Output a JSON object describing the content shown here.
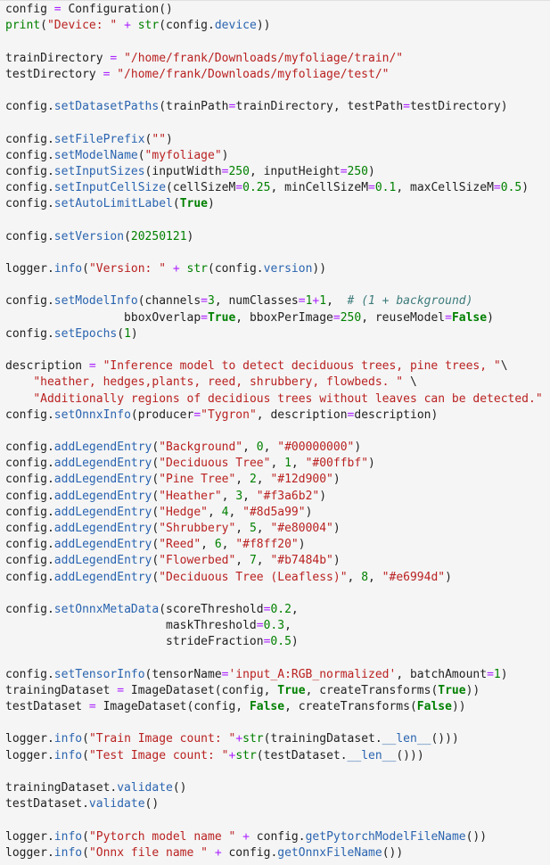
{
  "code": {
    "lines": [
      [
        [
          "n",
          "config "
        ],
        [
          "o",
          "="
        ],
        [
          "n",
          " Configuration()"
        ]
      ],
      [
        [
          "b",
          "print"
        ],
        [
          "n",
          "("
        ],
        [
          "s",
          "\"Device: \""
        ],
        [
          "n",
          " "
        ],
        [
          "o",
          "+"
        ],
        [
          "n",
          " "
        ],
        [
          "b",
          "str"
        ],
        [
          "n",
          "(config."
        ],
        [
          "f",
          "device"
        ],
        [
          "n",
          "))"
        ]
      ],
      [],
      [
        [
          "n",
          "trainDirectory "
        ],
        [
          "o",
          "="
        ],
        [
          "n",
          " "
        ],
        [
          "s",
          "\"/home/frank/Downloads/myfoliage/train/\""
        ]
      ],
      [
        [
          "n",
          "testDirectory "
        ],
        [
          "o",
          "="
        ],
        [
          "n",
          " "
        ],
        [
          "s",
          "\"/home/frank/Downloads/myfoliage/test/\""
        ]
      ],
      [],
      [
        [
          "n",
          "config."
        ],
        [
          "f",
          "setDatasetPaths"
        ],
        [
          "n",
          "(trainPath"
        ],
        [
          "o",
          "="
        ],
        [
          "n",
          "trainDirectory, testPath"
        ],
        [
          "o",
          "="
        ],
        [
          "n",
          "testDirectory)"
        ]
      ],
      [],
      [
        [
          "n",
          "config."
        ],
        [
          "f",
          "setFilePrefix"
        ],
        [
          "n",
          "("
        ],
        [
          "s",
          "\"\""
        ],
        [
          "n",
          ")"
        ]
      ],
      [
        [
          "n",
          "config."
        ],
        [
          "f",
          "setModelName"
        ],
        [
          "n",
          "("
        ],
        [
          "s",
          "\"myfoliage\""
        ],
        [
          "n",
          ")"
        ]
      ],
      [
        [
          "n",
          "config."
        ],
        [
          "f",
          "setInputSizes"
        ],
        [
          "n",
          "(inputWidth"
        ],
        [
          "o",
          "="
        ],
        [
          "m",
          "250"
        ],
        [
          "n",
          ", inputHeight"
        ],
        [
          "o",
          "="
        ],
        [
          "m",
          "250"
        ],
        [
          "n",
          ")"
        ]
      ],
      [
        [
          "n",
          "config."
        ],
        [
          "f",
          "setInputCellSize"
        ],
        [
          "n",
          "(cellSizeM"
        ],
        [
          "o",
          "="
        ],
        [
          "m",
          "0.25"
        ],
        [
          "n",
          ", minCellSizeM"
        ],
        [
          "o",
          "="
        ],
        [
          "m",
          "0.1"
        ],
        [
          "n",
          ", maxCellSizeM"
        ],
        [
          "o",
          "="
        ],
        [
          "m",
          "0.5"
        ],
        [
          "n",
          ")"
        ]
      ],
      [
        [
          "n",
          "config."
        ],
        [
          "f",
          "setAutoLimitLabel"
        ],
        [
          "n",
          "("
        ],
        [
          "k",
          "True"
        ],
        [
          "n",
          ")"
        ]
      ],
      [],
      [
        [
          "n",
          "config."
        ],
        [
          "f",
          "setVersion"
        ],
        [
          "n",
          "("
        ],
        [
          "m",
          "20250121"
        ],
        [
          "n",
          ")"
        ]
      ],
      [],
      [
        [
          "n",
          "logger."
        ],
        [
          "f",
          "info"
        ],
        [
          "n",
          "("
        ],
        [
          "s",
          "\"Version: \""
        ],
        [
          "n",
          " "
        ],
        [
          "o",
          "+"
        ],
        [
          "n",
          " "
        ],
        [
          "b",
          "str"
        ],
        [
          "n",
          "(config."
        ],
        [
          "f",
          "version"
        ],
        [
          "n",
          "))"
        ]
      ],
      [],
      [
        [
          "n",
          "config."
        ],
        [
          "f",
          "setModelInfo"
        ],
        [
          "n",
          "(channels"
        ],
        [
          "o",
          "="
        ],
        [
          "m",
          "3"
        ],
        [
          "n",
          ", numClasses"
        ],
        [
          "o",
          "="
        ],
        [
          "m",
          "1"
        ],
        [
          "o",
          "+"
        ],
        [
          "m",
          "1"
        ],
        [
          "n",
          ",  "
        ],
        [
          "c",
          "# (1 + background)"
        ]
      ],
      [
        [
          "n",
          "                 bboxOverlap"
        ],
        [
          "o",
          "="
        ],
        [
          "k",
          "True"
        ],
        [
          "n",
          ", bboxPerImage"
        ],
        [
          "o",
          "="
        ],
        [
          "m",
          "250"
        ],
        [
          "n",
          ", reuseModel"
        ],
        [
          "o",
          "="
        ],
        [
          "k",
          "False"
        ],
        [
          "n",
          ")"
        ]
      ],
      [
        [
          "n",
          "config."
        ],
        [
          "f",
          "setEpochs"
        ],
        [
          "n",
          "("
        ],
        [
          "m",
          "1"
        ],
        [
          "n",
          ")"
        ]
      ],
      [],
      [
        [
          "n",
          "description "
        ],
        [
          "o",
          "="
        ],
        [
          "n",
          " "
        ],
        [
          "s",
          "\"Inference model to detect deciduous trees, pine trees, \""
        ],
        [
          "n",
          "\\"
        ]
      ],
      [
        [
          "n",
          "    "
        ],
        [
          "s",
          "\"heather, hedges,plants, reed, shrubbery, flowbeds. \""
        ],
        [
          "n",
          " \\"
        ]
      ],
      [
        [
          "n",
          "    "
        ],
        [
          "s",
          "\"Additionally regions of decidious trees without leaves can be detected.\""
        ]
      ],
      [
        [
          "n",
          "config."
        ],
        [
          "f",
          "setOnnxInfo"
        ],
        [
          "n",
          "(producer"
        ],
        [
          "o",
          "="
        ],
        [
          "s",
          "\"Tygron\""
        ],
        [
          "n",
          ", description"
        ],
        [
          "o",
          "="
        ],
        [
          "n",
          "description)"
        ]
      ],
      [],
      [
        [
          "n",
          "config."
        ],
        [
          "f",
          "addLegendEntry"
        ],
        [
          "n",
          "("
        ],
        [
          "s",
          "\"Background\""
        ],
        [
          "n",
          ", "
        ],
        [
          "m",
          "0"
        ],
        [
          "n",
          ", "
        ],
        [
          "s",
          "\"#00000000\""
        ],
        [
          "n",
          ")"
        ]
      ],
      [
        [
          "n",
          "config."
        ],
        [
          "f",
          "addLegendEntry"
        ],
        [
          "n",
          "("
        ],
        [
          "s",
          "\"Deciduous Tree\""
        ],
        [
          "n",
          ", "
        ],
        [
          "m",
          "1"
        ],
        [
          "n",
          ", "
        ],
        [
          "s",
          "\"#00ffbf\""
        ],
        [
          "n",
          ")"
        ]
      ],
      [
        [
          "n",
          "config."
        ],
        [
          "f",
          "addLegendEntry"
        ],
        [
          "n",
          "("
        ],
        [
          "s",
          "\"Pine Tree\""
        ],
        [
          "n",
          ", "
        ],
        [
          "m",
          "2"
        ],
        [
          "n",
          ", "
        ],
        [
          "s",
          "\"#12d900\""
        ],
        [
          "n",
          ")"
        ]
      ],
      [
        [
          "n",
          "config."
        ],
        [
          "f",
          "addLegendEntry"
        ],
        [
          "n",
          "("
        ],
        [
          "s",
          "\"Heather\""
        ],
        [
          "n",
          ", "
        ],
        [
          "m",
          "3"
        ],
        [
          "n",
          ", "
        ],
        [
          "s",
          "\"#f3a6b2\""
        ],
        [
          "n",
          ")"
        ]
      ],
      [
        [
          "n",
          "config."
        ],
        [
          "f",
          "addLegendEntry"
        ],
        [
          "n",
          "("
        ],
        [
          "s",
          "\"Hedge\""
        ],
        [
          "n",
          ", "
        ],
        [
          "m",
          "4"
        ],
        [
          "n",
          ", "
        ],
        [
          "s",
          "\"#8d5a99\""
        ],
        [
          "n",
          ")"
        ]
      ],
      [
        [
          "n",
          "config."
        ],
        [
          "f",
          "addLegendEntry"
        ],
        [
          "n",
          "("
        ],
        [
          "s",
          "\"Shrubbery\""
        ],
        [
          "n",
          ", "
        ],
        [
          "m",
          "5"
        ],
        [
          "n",
          ", "
        ],
        [
          "s",
          "\"#e80004\""
        ],
        [
          "n",
          ")"
        ]
      ],
      [
        [
          "n",
          "config."
        ],
        [
          "f",
          "addLegendEntry"
        ],
        [
          "n",
          "("
        ],
        [
          "s",
          "\"Reed\""
        ],
        [
          "n",
          ", "
        ],
        [
          "m",
          "6"
        ],
        [
          "n",
          ", "
        ],
        [
          "s",
          "\"#f8ff20\""
        ],
        [
          "n",
          ")"
        ]
      ],
      [
        [
          "n",
          "config."
        ],
        [
          "f",
          "addLegendEntry"
        ],
        [
          "n",
          "("
        ],
        [
          "s",
          "\"Flowerbed\""
        ],
        [
          "n",
          ", "
        ],
        [
          "m",
          "7"
        ],
        [
          "n",
          ", "
        ],
        [
          "s",
          "\"#b7484b\""
        ],
        [
          "n",
          ")"
        ]
      ],
      [
        [
          "n",
          "config."
        ],
        [
          "f",
          "addLegendEntry"
        ],
        [
          "n",
          "("
        ],
        [
          "s",
          "\"Deciduous Tree (Leafless)\""
        ],
        [
          "n",
          ", "
        ],
        [
          "m",
          "8"
        ],
        [
          "n",
          ", "
        ],
        [
          "s",
          "\"#e6994d\""
        ],
        [
          "n",
          ")"
        ]
      ],
      [],
      [
        [
          "n",
          "config."
        ],
        [
          "f",
          "setOnnxMetaData"
        ],
        [
          "n",
          "(scoreThreshold"
        ],
        [
          "o",
          "="
        ],
        [
          "m",
          "0.2"
        ],
        [
          "n",
          ","
        ]
      ],
      [
        [
          "n",
          "                       maskThreshold"
        ],
        [
          "o",
          "="
        ],
        [
          "m",
          "0.3"
        ],
        [
          "n",
          ","
        ]
      ],
      [
        [
          "n",
          "                       strideFraction"
        ],
        [
          "o",
          "="
        ],
        [
          "m",
          "0.5"
        ],
        [
          "n",
          ")"
        ]
      ],
      [],
      [
        [
          "n",
          "config."
        ],
        [
          "f",
          "setTensorInfo"
        ],
        [
          "n",
          "(tensorName"
        ],
        [
          "o",
          "="
        ],
        [
          "s",
          "'input_A:RGB_normalized'"
        ],
        [
          "n",
          ", batchAmount"
        ],
        [
          "o",
          "="
        ],
        [
          "m",
          "1"
        ],
        [
          "n",
          ")"
        ]
      ],
      [
        [
          "n",
          "trainingDataset "
        ],
        [
          "o",
          "="
        ],
        [
          "n",
          " ImageDataset(config, "
        ],
        [
          "k",
          "True"
        ],
        [
          "n",
          ", createTransforms("
        ],
        [
          "k",
          "True"
        ],
        [
          "n",
          "))"
        ]
      ],
      [
        [
          "n",
          "testDataset "
        ],
        [
          "o",
          "="
        ],
        [
          "n",
          " ImageDataset(config, "
        ],
        [
          "k",
          "False"
        ],
        [
          "n",
          ", createTransforms("
        ],
        [
          "k",
          "False"
        ],
        [
          "n",
          "))"
        ]
      ],
      [],
      [
        [
          "n",
          "logger."
        ],
        [
          "f",
          "info"
        ],
        [
          "n",
          "("
        ],
        [
          "s",
          "\"Train Image count: \""
        ],
        [
          "o",
          "+"
        ],
        [
          "b",
          "str"
        ],
        [
          "n",
          "(trainingDataset."
        ],
        [
          "f",
          "__len__"
        ],
        [
          "n",
          "()))"
        ]
      ],
      [
        [
          "n",
          "logger."
        ],
        [
          "f",
          "info"
        ],
        [
          "n",
          "("
        ],
        [
          "s",
          "\"Test Image count: \""
        ],
        [
          "o",
          "+"
        ],
        [
          "b",
          "str"
        ],
        [
          "n",
          "(testDataset."
        ],
        [
          "f",
          "__len__"
        ],
        [
          "n",
          "()))"
        ]
      ],
      [],
      [
        [
          "n",
          "trainingDataset."
        ],
        [
          "f",
          "validate"
        ],
        [
          "n",
          "()"
        ]
      ],
      [
        [
          "n",
          "testDataset."
        ],
        [
          "f",
          "validate"
        ],
        [
          "n",
          "()"
        ]
      ],
      [],
      [
        [
          "n",
          "logger."
        ],
        [
          "f",
          "info"
        ],
        [
          "n",
          "("
        ],
        [
          "s",
          "\"Pytorch model name \""
        ],
        [
          "n",
          " "
        ],
        [
          "o",
          "+"
        ],
        [
          "n",
          " config."
        ],
        [
          "f",
          "getPytorchModelFileName"
        ],
        [
          "n",
          "())"
        ]
      ],
      [
        [
          "n",
          "logger."
        ],
        [
          "f",
          "info"
        ],
        [
          "n",
          "("
        ],
        [
          "s",
          "\"Onnx file name \""
        ],
        [
          "n",
          " "
        ],
        [
          "o",
          "+"
        ],
        [
          "n",
          " config."
        ],
        [
          "f",
          "getOnnxFileName"
        ],
        [
          "n",
          "())"
        ]
      ]
    ]
  }
}
